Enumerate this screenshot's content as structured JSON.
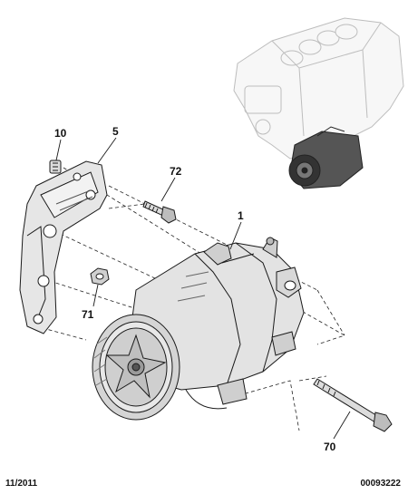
{
  "callouts": {
    "c10": "10",
    "c5": "5",
    "c72": "72",
    "c1": "1",
    "c71": "71",
    "c70": "70"
  },
  "footer": {
    "date": "11/2011",
    "reference": "00093222"
  },
  "parts": {
    "p10": "stud",
    "p5": "mounting bracket",
    "p72": "bolt",
    "p1": "air conditioning compressor",
    "p71": "nut",
    "p70": "long bolt",
    "engine": "engine block locator view"
  },
  "colors": {
    "line": "#1a1a1a",
    "part_fill": "#e6e6e6",
    "part_dark": "#9a9a9a",
    "engine_fill": "#f4f4f4"
  }
}
